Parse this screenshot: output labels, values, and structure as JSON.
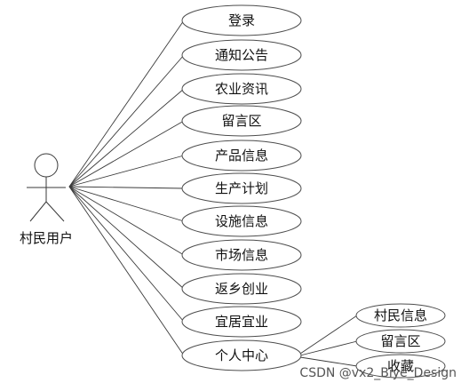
{
  "actor": {
    "label": "村民用户"
  },
  "use_cases": [
    "登录",
    "通知公告",
    "农业资讯",
    "留言区",
    "产品信息",
    "生产计划",
    "设施信息",
    "市场信息",
    "返乡创业",
    "宜居宜业",
    "个人中心"
  ],
  "sub_use_cases": {
    "parent": "个人中心",
    "items": [
      "村民信息",
      "留言区",
      "收藏"
    ]
  },
  "watermark": "CSDN @vx2_Biye_Design"
}
